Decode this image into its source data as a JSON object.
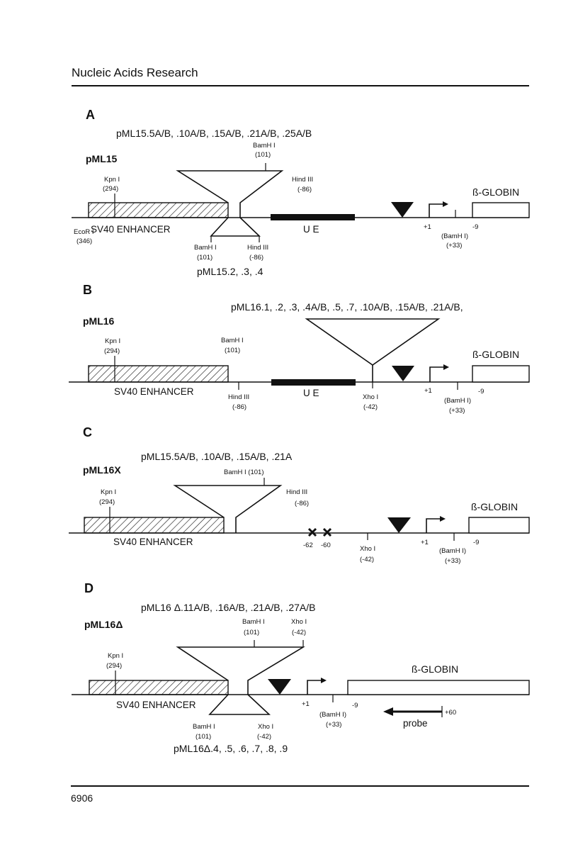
{
  "header": {
    "journal": "Nucleic Acids Research"
  },
  "footer": {
    "page_number": "6906"
  },
  "panels": [
    {
      "id": "A",
      "construct": "pML15",
      "variants_top": "pML15.5A/B,  .10A/B,  .15A/B,  .21A/B,  .25A/B",
      "variants_bottom": "pML15.2,  .3,  .4",
      "sites": {
        "ecori": "EcoR I",
        "ecori_pos": "(346)",
        "kpni": "Kpn I",
        "kpni_pos": "(294)",
        "bamhi_top": "BamH I",
        "bamhi_top_pos": "(101)",
        "hindiii_top": "Hind III",
        "hindiii_top_pos": "(-86)",
        "bamhi_bot": "BamH I",
        "bamhi_bot_pos": "(101)",
        "hindiii_bot": "Hind III",
        "hindiii_bot_pos": "(-86)",
        "bamhi_globin": "(BamH I)",
        "bamhi_globin_pos": "(+33)"
      },
      "labels": {
        "enhancer": "SV40 ENHANCER",
        "ue": "U E",
        "gene": "ß-GLOBIN",
        "plus1": "+1",
        "minus9": "-9"
      }
    },
    {
      "id": "B",
      "construct": "pML16",
      "variants_top": "pML16.1,  .2,  .3,  .4A/B,  .5,  .7,  .10A/B,  .15A/B,  .21A/B,",
      "sites": {
        "kpni": "Kpn I",
        "kpni_pos": "(294)",
        "bamhi": "BamH I",
        "bamhi_pos": "(101)",
        "hindiii": "Hind III",
        "hindiii_pos": "(-86)",
        "xhoi": "Xho I",
        "xhoi_pos": "(-42)",
        "bamhi_globin": "(BamH I)",
        "bamhi_globin_pos": "(+33)"
      },
      "labels": {
        "enhancer": "SV40 ENHANCER",
        "ue": "U E",
        "gene": "ß-GLOBIN",
        "plus1": "+1",
        "minus9": "-9"
      }
    },
    {
      "id": "C",
      "construct": "pML16X",
      "variants_top": "pML15.5A/B,  .10A/B,  .15A/B,  .21A",
      "sites": {
        "kpni": "Kpn I",
        "kpni_pos": "(294)",
        "bamhi": "BamH I (101)",
        "hindiii": "Hind III",
        "hindiii_pos": "(-86)",
        "xhoi": "Xho I",
        "xhoi_pos": "(-42)",
        "bamhi_globin": "(BamH I)",
        "bamhi_globin_pos": "(+33)"
      },
      "labels": {
        "enhancer": "SV40 ENHANCER",
        "m62": "-62",
        "m60": "-60",
        "gene": "ß-GLOBIN",
        "plus1": "+1",
        "minus9": "-9"
      }
    },
    {
      "id": "D",
      "construct": "pML16Δ",
      "variants_top": "pML16 Δ.11A/B,  .16A/B,  .21A/B,  .27A/B",
      "variants_bottom": "pML16Δ.4,  .5,  .6,  .7,  .8,  .9",
      "sites": {
        "kpni": "Kpn I",
        "kpni_pos": "(294)",
        "bamhi_top": "BamH I",
        "bamhi_top_pos": "(101)",
        "xhoi_top": "Xho I",
        "xhoi_top_pos": "(-42)",
        "bamhi_bot": "BamH I",
        "bamhi_bot_pos": "(101)",
        "xhoi_bot": "Xho I",
        "xhoi_bot_pos": "(-42)",
        "bamhi_globin": "(BamH I)",
        "bamhi_globin_pos": "(+33)"
      },
      "labels": {
        "enhancer": "SV40 ENHANCER",
        "gene": "ß-GLOBIN",
        "plus1": "+1",
        "minus9": "-9",
        "probe": "probe",
        "plus60": "+60"
      }
    }
  ]
}
